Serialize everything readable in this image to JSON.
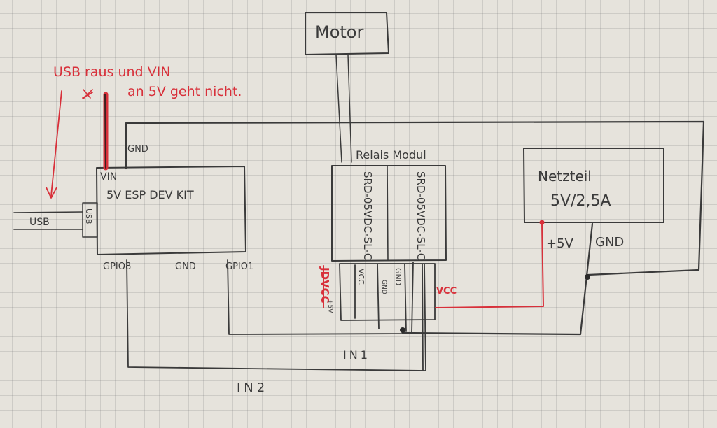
{
  "annotation": {
    "line1": "USB raus und VIN",
    "line2": "an 5V geht nicht."
  },
  "components": {
    "motor": "Motor",
    "esp": "5V ESP DEV KIT",
    "relay_module": "Relais Modul",
    "relay1": "SRD-05VDC-SL-C",
    "relay2": "SRD-05VDC-SL-C",
    "psu_line1": "Netzteil",
    "psu_line2": "5V/2,5A"
  },
  "labels": {
    "usb": "USB",
    "usb_port": "USB",
    "gnd_esp_top": "GND",
    "vin": "VIN",
    "gpio8": "GPIO8",
    "gnd_esp_bottom": "GND",
    "gpio1": "GPIO1",
    "jd_vcc": "JDVCC",
    "vcc_5v": "+5V",
    "vcc_inner": "VCC",
    "gnd_relay_1": "GND",
    "gnd_relay_2": "GND",
    "vcc_relay": "VCC",
    "psu_plus": "+5V",
    "psu_gnd": "GND",
    "in1": "IN1",
    "in2": "IN2"
  },
  "colors": {
    "pencil": "#3a3a3a",
    "red_pen": "#d8303a",
    "paper": "#e6e3dc"
  }
}
